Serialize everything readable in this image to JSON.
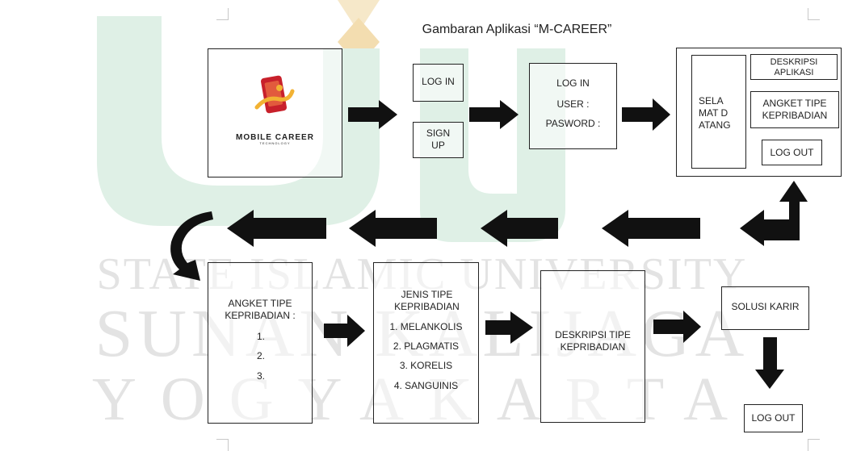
{
  "title": "Gambaran Aplikasi “M-CAREER”",
  "watermark": {
    "line1": "STATE ISLAMIC UNIVERSITY",
    "line2": "SUNAN KALIJAGA",
    "line3": "YOGYAKARTA",
    "logo_color": "#2e9b6a",
    "accent_color": "#f1d9a8"
  },
  "app_logo": {
    "name": "MOBILE CAREER",
    "tagline": "TECHNOLOGY",
    "icon": "phone-with-person-icon",
    "colors": [
      "#c8202b",
      "#f2b233"
    ]
  },
  "login_options": {
    "login": "LOG IN",
    "signup": "SIGN UP"
  },
  "login_form": {
    "title": "LOG IN",
    "user": "USER :",
    "password": "PASWORD :"
  },
  "home": {
    "welcome": "SELAMAT DATANG",
    "description": "DESKRIPSI APLIKASI",
    "questionnaire": "ANGKET TIPE KEPRIBADIAN",
    "logout": "LOG OUT"
  },
  "questionnaire": {
    "title": "ANGKET TIPE KEPRIBADIAN :",
    "items": [
      "1.",
      "2.",
      "3."
    ]
  },
  "personality_types": {
    "title": "JENIS TIPE KEPRIBADIAN",
    "items": [
      "1. MELANKOLIS",
      "2. PLAGMATIS",
      "3. KORELIS",
      "4. SANGUINIS"
    ]
  },
  "type_description": "DESKRIPSI TIPE KEPRIBADIAN",
  "career_solution": "SOLUSI KARIR",
  "final_logout": "LOG OUT"
}
